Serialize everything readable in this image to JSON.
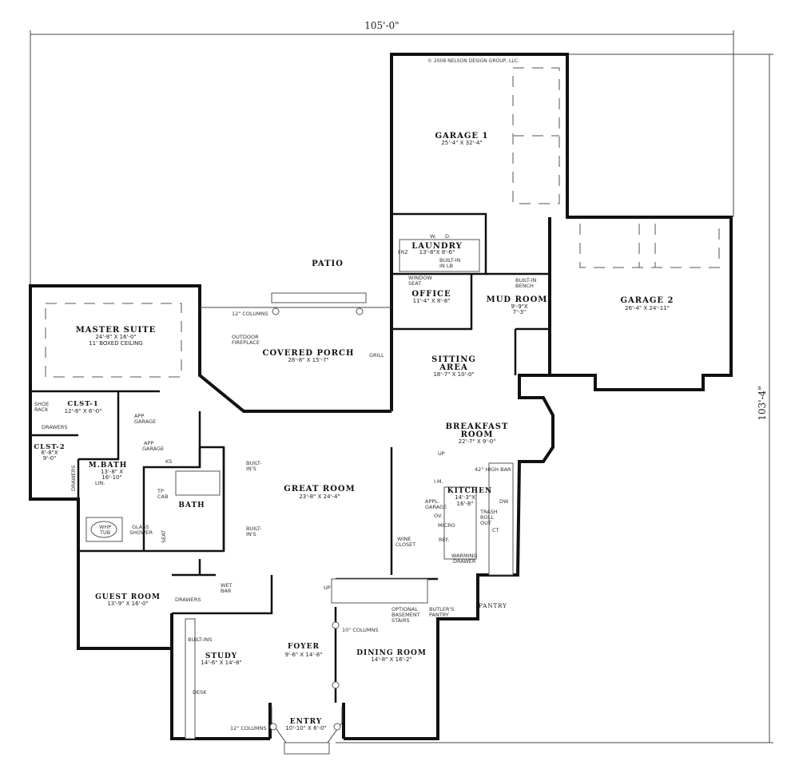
{
  "dimensions": {
    "width": "105'-0\"",
    "depth": "103'-4\""
  },
  "copyright": "© 2008 NELSON DESIGN GROUP, LLC.",
  "rooms": {
    "garage1": {
      "name": "GARAGE 1",
      "size": "25'-4\" X 32'-4\""
    },
    "garage2": {
      "name": "GARAGE 2",
      "size": "26'-4\" X 24'-11\""
    },
    "laundry": {
      "name": "LAUNDRY",
      "size": "13'-8\"X 8'-6\""
    },
    "office": {
      "name": "OFFICE",
      "size": "11'-4\" X 8'-8\""
    },
    "mudroom": {
      "name": "MUD ROOM",
      "size1": "9'-9\"X",
      "size2": "7'-3\""
    },
    "patio": {
      "name": "PATIO"
    },
    "master": {
      "name": "MASTER SUITE",
      "size": "24'-8\" X 16'-0\"",
      "note": "11' BOXED CEILING"
    },
    "porch": {
      "name": "COVERED PORCH",
      "size": "28'-8\" X 15'-7\""
    },
    "sitting": {
      "name1": "SITTING",
      "name2": "AREA",
      "size": "18'-7\" X 10'-0\""
    },
    "breakfast": {
      "name1": "BREAKFAST",
      "name2": "ROOM",
      "size": "22'-7\" X 9'-0\""
    },
    "clst1": {
      "name": "CLST-1",
      "size": "12'-8\" X 6'-0\""
    },
    "clst2": {
      "name": "CLST-2",
      "size1": "6'-8\"X",
      "size2": "9'-0\""
    },
    "mbath": {
      "name": "M.BATH",
      "size1": "13'-8\" X",
      "size2": "16'-10\""
    },
    "bath": {
      "name": "BATH"
    },
    "great": {
      "name": "GREAT ROOM",
      "size": "23'-8\" X 24'-4\""
    },
    "kitchen": {
      "name": "KITCHEN",
      "size1": "14'-3\"X",
      "size2": "16'-8\""
    },
    "guest": {
      "name": "GUEST ROOM",
      "size": "13'-9\" X 16'-0\""
    },
    "study": {
      "name": "STUDY",
      "size": "14'-6\" X 14'-8\""
    },
    "foyer": {
      "name": "FOYER",
      "size": "9'-6\" X 14'-8\""
    },
    "dining": {
      "name": "DINING ROOM",
      "size": "14'-8\" X 16'-2\""
    },
    "entry": {
      "name": "ENTRY",
      "size": "10'-10\" X 6'-0\""
    },
    "pantry": {
      "name": "PANTRY"
    }
  },
  "labels": {
    "w": "W.",
    "d": "D.",
    "frz": "FRZ",
    "built_in_lb1": "BUILT-IN",
    "built_in_lb2": "IN LB",
    "window_seat1": "WINDOW",
    "window_seat2": "SEAT",
    "bench1": "BUILT-IN",
    "bench2": "BENCH",
    "columns_porch": "12\" COLUMNS",
    "fireplace1": "OUTDOOR",
    "fireplace2": "FIREPLACE",
    "grill": "GRILL",
    "shoe1": "SHOE",
    "shoe2": "RACK",
    "drawers1": "DRAWERS",
    "drawers2": "DRAWERS",
    "drawers3": "DRAWERS",
    "app_garage1a": "APP",
    "app_garage1b": "GARAGE",
    "app_garage2a": "APP",
    "app_garage2b": "GARAGE",
    "ks": "KS",
    "lin": "LIN.",
    "tp1": "TP",
    "tp2": "CAB",
    "whp1": "WHP",
    "whp2": "TUB",
    "shower1": "GLASS",
    "shower2": "SHOWER",
    "seat": "SEAT",
    "builtins1a": "BUILT-",
    "builtins1b": "IN'S",
    "builtins2a": "BUILT-",
    "builtins2b": "IN'S",
    "up1": "UP",
    "up2": "UP",
    "high_bar": "42\" HIGH BAR",
    "im": "I.M.",
    "appl1": "APPL.",
    "appl2": "GARAGE",
    "ov": "OV.",
    "micro": "MICRO",
    "ref": "REF.",
    "dw": "DW",
    "trash1": "TRASH",
    "trash2": "ROLL",
    "trash3": "OUT",
    "ct": "CT",
    "wine1": "WINE",
    "wine2": "CLOSET",
    "warming1": "WARMING",
    "warming2": "DRAWER",
    "wetbar1": "WET",
    "wetbar2": "BAR",
    "basement1": "OPTIONAL",
    "basement2": "BASEMENT",
    "basement3": "STAIRS",
    "butler1": "BUTLER'S",
    "butler2": "PANTRY",
    "columns_dining": "10\" COLUMNS",
    "builtins_study": "BUILT-INS",
    "desk": "DESK",
    "columns_entry": "12\" COLUMNS"
  }
}
